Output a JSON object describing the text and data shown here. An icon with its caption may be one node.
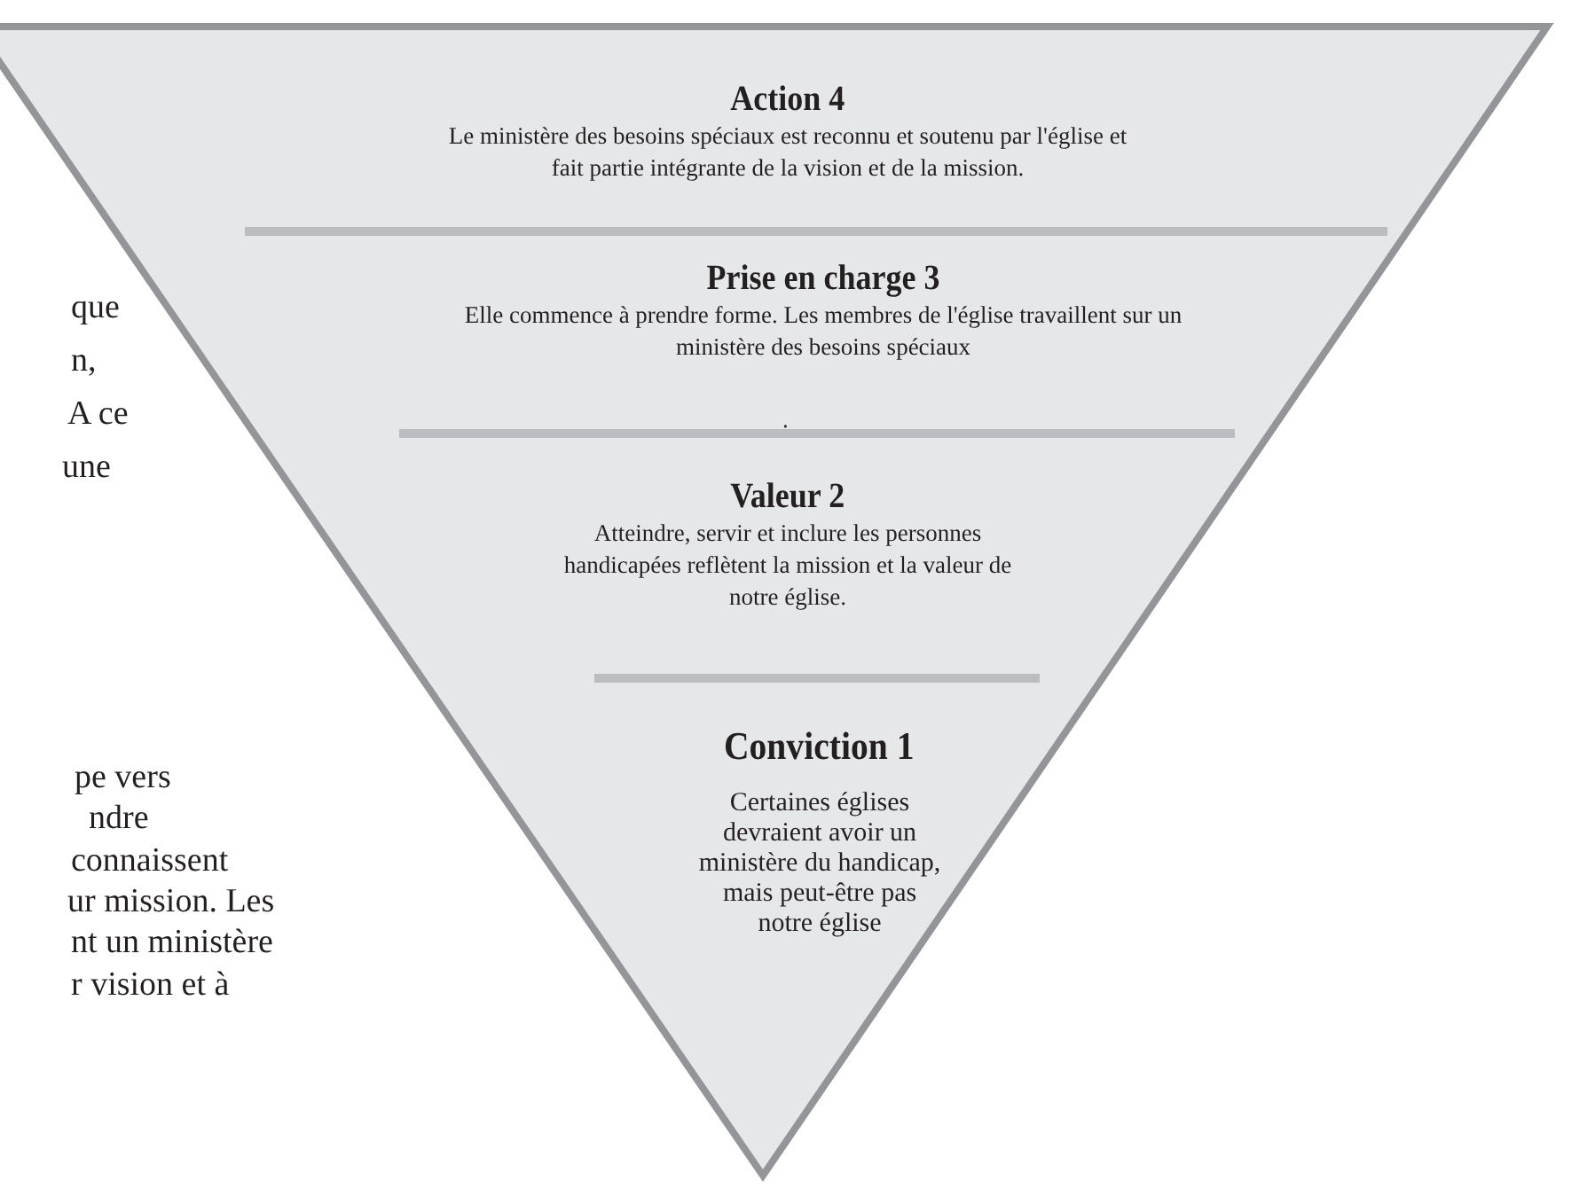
{
  "diagram": {
    "nodes": [
      {
        "text": [],
        "shape": "triangle"
      },
      {
        "text": [
          "Action 4",
          "Le ministère des besoins spéciaux est reconnu et soutenu par l'église et fait partie intégrante de la vision et de la mission."
        ],
        "in": 0
      },
      {
        "text": [
          "Prise en charge 3",
          "Elle commence à prendre forme. Les membres de l'église travaillent sur un ministère des besoins spéciaux"
        ],
        "in": 0
      },
      {
        "text": [
          "Valeur 2",
          "Atteindre, servir et inclure les personnes handicapées reflètent la mission et la valeur de notre église."
        ],
        "in": 0
      },
      {
        "text": [
          "Conviction 1",
          "Certaines églises devraient avoir un ministère du handicap, mais peut-être pas notre église"
        ],
        "in": 0
      }
    ],
    "labels": [
      "que",
      "n,",
      "A ce",
      "une",
      "pe vers",
      "ndre",
      "connaissent",
      "ur mission. Les",
      "nt un ministère",
      "r vision et à",
      "."
    ]
  }
}
